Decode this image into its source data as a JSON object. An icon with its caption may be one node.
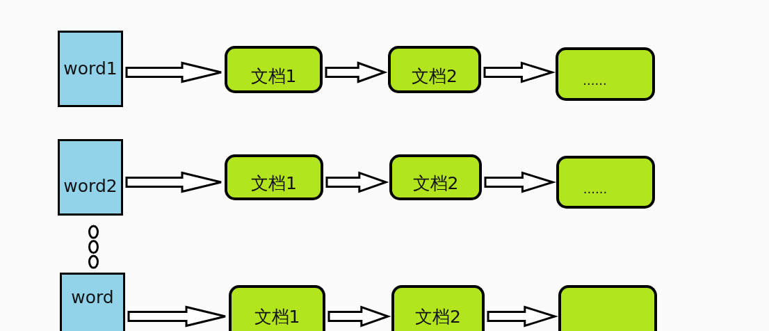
{
  "diagram": {
    "nodes": [
      {
        "text": [
          "word1"
        ]
      },
      {
        "text": [
          "文档1"
        ]
      },
      {
        "text": [
          "文档2"
        ]
      },
      {
        "text": [
          "......"
        ]
      },
      {
        "text": [
          "word2"
        ]
      },
      {
        "text": [
          "文档1"
        ]
      },
      {
        "text": [
          "文档2"
        ]
      },
      {
        "text": [
          "......"
        ]
      },
      {
        "text": [
          "word"
        ]
      },
      {
        "text": [
          "文档1"
        ]
      },
      {
        "text": [
          "文档2"
        ]
      },
      {
        "text": [],
        "shape": "box"
      }
    ],
    "edges": [
      {
        "from": 0,
        "to": 1,
        "arrow": "to"
      },
      {
        "from": 1,
        "to": 2,
        "arrow": "to"
      },
      {
        "from": 2,
        "to": 3,
        "arrow": "to"
      },
      {
        "from": 4,
        "to": 5,
        "arrow": "to"
      },
      {
        "from": 5,
        "to": 6,
        "arrow": "to"
      },
      {
        "from": 6,
        "to": 7,
        "arrow": "to"
      },
      {
        "from": 8,
        "to": 9,
        "arrow": "to"
      },
      {
        "from": 9,
        "to": 10,
        "arrow": "to"
      },
      {
        "from": 10,
        "to": 11,
        "arrow": "to"
      }
    ]
  }
}
